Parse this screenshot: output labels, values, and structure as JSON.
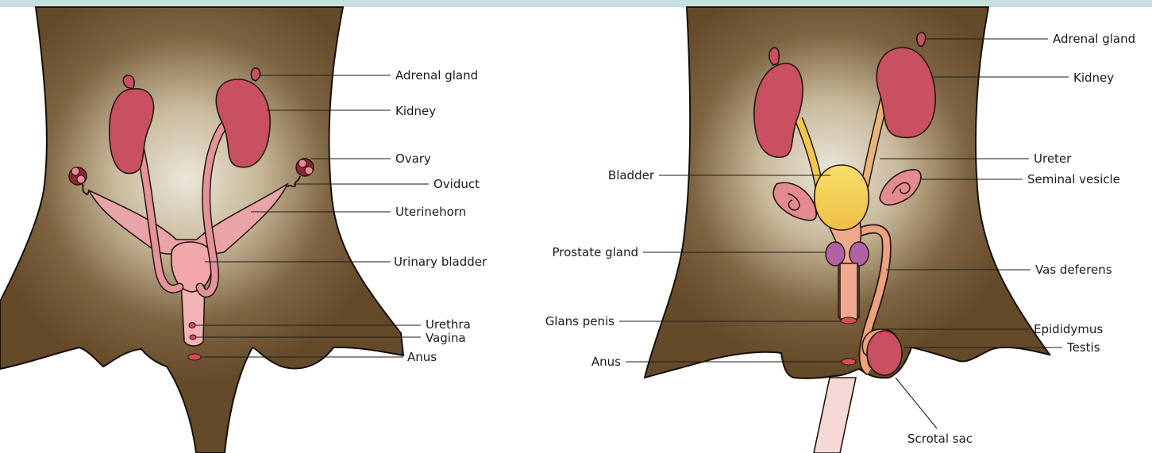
{
  "colors": {
    "top_bar": "#c6e0df",
    "body": "#654a2a",
    "body_glow": "#e9e4d8",
    "kidney": "#c9515f",
    "kidney_dark": "#a83a4b",
    "female_tract": "#e8a4a8",
    "bladder_pink": "#f2b3b5",
    "male_bladder": "#f6d24e",
    "ureter_male": "#e8b47c",
    "penis": "#efa98c",
    "prostate": "#b062a6",
    "tail_male": "#f6d8d6",
    "orifice": "#d94a5a"
  },
  "female": {
    "labels": {
      "adrenal": "Adrenal gland",
      "kidney": "Kidney",
      "ovary": "Ovary",
      "oviduct": "Oviduct",
      "uterine_horn": "Uterinehorn",
      "bladder": "Urinary bladder",
      "urethra": "Urethra",
      "vagina": "Vagina",
      "anus": "Anus"
    }
  },
  "male": {
    "labels": {
      "adrenal": "Adrenal gland",
      "kidney": "Kidney",
      "ureter": "Ureter",
      "seminal": "Seminal vesicle",
      "vas": "Vas deferens",
      "epididymus": "Epididymus",
      "testis": "Testis",
      "scrotal": "Scrotal sac",
      "bladder": "Bladder",
      "prostate": "Prostate gland",
      "glans": "Glans penis",
      "anus": "Anus"
    }
  }
}
